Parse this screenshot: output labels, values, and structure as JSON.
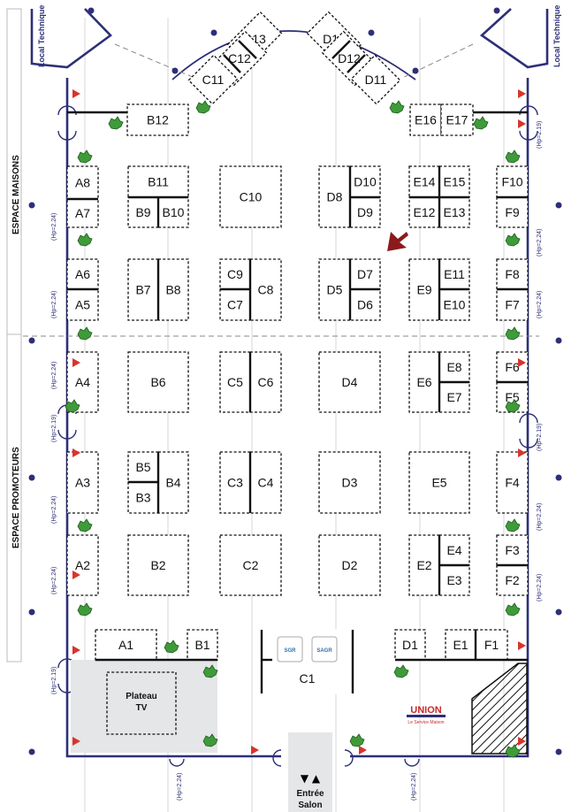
{
  "side_labels": {
    "maisons": "ESPACE MAISONS",
    "promoteurs": "ESPACE PROMOTEURS",
    "local_technique": "Local Technique"
  },
  "booths": [
    {
      "id": "C13",
      "label": "C13"
    },
    {
      "id": "C12",
      "label": "C12"
    },
    {
      "id": "C11",
      "label": "C11"
    },
    {
      "id": "D13",
      "label": "D13"
    },
    {
      "id": "D12",
      "label": "D12"
    },
    {
      "id": "D11",
      "label": "D11"
    },
    {
      "id": "B12",
      "label": "B12"
    },
    {
      "id": "E16",
      "label": "E16"
    },
    {
      "id": "E17",
      "label": "E17"
    },
    {
      "id": "A8",
      "label": "A8"
    },
    {
      "id": "A7",
      "label": "A7"
    },
    {
      "id": "B11",
      "label": "B11"
    },
    {
      "id": "B9",
      "label": "B9"
    },
    {
      "id": "B10",
      "label": "B10"
    },
    {
      "id": "C10",
      "label": "C10"
    },
    {
      "id": "D8",
      "label": "D8"
    },
    {
      "id": "D10",
      "label": "D10"
    },
    {
      "id": "D9",
      "label": "D9"
    },
    {
      "id": "E14",
      "label": "E14"
    },
    {
      "id": "E15",
      "label": "E15"
    },
    {
      "id": "E12",
      "label": "E12"
    },
    {
      "id": "E13",
      "label": "E13"
    },
    {
      "id": "F10",
      "label": "F10"
    },
    {
      "id": "F9",
      "label": "F9"
    },
    {
      "id": "A6",
      "label": "A6"
    },
    {
      "id": "A5",
      "label": "A5"
    },
    {
      "id": "B7",
      "label": "B7"
    },
    {
      "id": "B8",
      "label": "B8"
    },
    {
      "id": "C9",
      "label": "C9"
    },
    {
      "id": "C7",
      "label": "C7"
    },
    {
      "id": "C8",
      "label": "C8"
    },
    {
      "id": "D5",
      "label": "D5"
    },
    {
      "id": "D7",
      "label": "D7"
    },
    {
      "id": "D6",
      "label": "D6"
    },
    {
      "id": "E9",
      "label": "E9"
    },
    {
      "id": "E11",
      "label": "E11"
    },
    {
      "id": "E10",
      "label": "E10"
    },
    {
      "id": "F8",
      "label": "F8"
    },
    {
      "id": "F7",
      "label": "F7"
    },
    {
      "id": "A4",
      "label": "A4"
    },
    {
      "id": "B6",
      "label": "B6"
    },
    {
      "id": "C5",
      "label": "C5"
    },
    {
      "id": "C6",
      "label": "C6"
    },
    {
      "id": "D4",
      "label": "D4"
    },
    {
      "id": "E6",
      "label": "E6"
    },
    {
      "id": "E8",
      "label": "E8"
    },
    {
      "id": "E7",
      "label": "E7"
    },
    {
      "id": "F6",
      "label": "F6"
    },
    {
      "id": "F5",
      "label": "F5"
    },
    {
      "id": "A3",
      "label": "A3"
    },
    {
      "id": "B5",
      "label": "B5"
    },
    {
      "id": "B3",
      "label": "B3"
    },
    {
      "id": "B4",
      "label": "B4"
    },
    {
      "id": "C3",
      "label": "C3"
    },
    {
      "id": "C4",
      "label": "C4"
    },
    {
      "id": "D3",
      "label": "D3"
    },
    {
      "id": "E5",
      "label": "E5"
    },
    {
      "id": "F4",
      "label": "F4"
    },
    {
      "id": "A2",
      "label": "A2"
    },
    {
      "id": "B2",
      "label": "B2"
    },
    {
      "id": "C2",
      "label": "C2"
    },
    {
      "id": "D2",
      "label": "D2"
    },
    {
      "id": "E2",
      "label": "E2"
    },
    {
      "id": "E4",
      "label": "E4"
    },
    {
      "id": "E3",
      "label": "E3"
    },
    {
      "id": "F3",
      "label": "F3"
    },
    {
      "id": "F2",
      "label": "F2"
    },
    {
      "id": "A1",
      "label": "A1"
    },
    {
      "id": "B1",
      "label": "B1"
    },
    {
      "id": "C1",
      "label": "C1"
    },
    {
      "id": "D1",
      "label": "D1"
    },
    {
      "id": "E1",
      "label": "E1"
    },
    {
      "id": "F1",
      "label": "F1"
    }
  ],
  "plateau": {
    "line1": "Plateau",
    "line2": "TV"
  },
  "entrance": {
    "line1": "Entrée",
    "line2": "Salon"
  },
  "height_note": "(Hp=2.24)",
  "height_note_2": "(Hp=2.19)",
  "sponsor": {
    "name": "UNION",
    "tagline": "Le Service Maison"
  },
  "c1_logos": [
    "SGR",
    "SAGR"
  ],
  "colors": {
    "wall": "#2d2f78",
    "plant": "#3f9b3a",
    "arrow": "#8b1a1a",
    "plateau_bg": "#e5e6e8",
    "accent_red": "#c52b2b"
  }
}
